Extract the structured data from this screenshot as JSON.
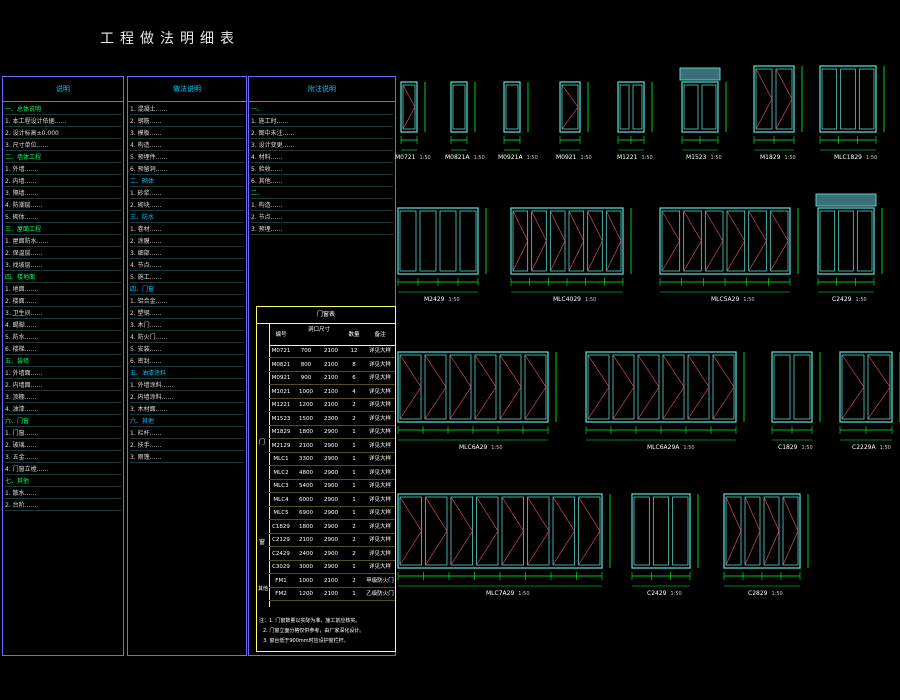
{
  "title": "工程做法明细表",
  "panels": [
    {
      "header": "说明",
      "rows": [
        {
          "t": "一、总体说明",
          "k": "h"
        },
        {
          "t": "1. 本工程设计依据……",
          "k": ""
        },
        {
          "t": "2. 设计标高±0.000",
          "k": ""
        },
        {
          "t": "3. 尺寸单位……",
          "k": ""
        },
        {
          "t": "二、墙体工程",
          "k": "h"
        },
        {
          "t": "1. 外墙……",
          "k": ""
        },
        {
          "t": "2. 内墙……",
          "k": ""
        },
        {
          "t": "3. 隔墙……",
          "k": ""
        },
        {
          "t": "4. 防潮层……",
          "k": ""
        },
        {
          "t": "5. 砌体……",
          "k": ""
        },
        {
          "t": "三、屋面工程",
          "k": "h"
        },
        {
          "t": "1. 屋面防水……",
          "k": ""
        },
        {
          "t": "2. 保温层……",
          "k": ""
        },
        {
          "t": "3. 找坡层……",
          "k": ""
        },
        {
          "t": "四、楼地面",
          "k": "h"
        },
        {
          "t": "1. 地面……",
          "k": ""
        },
        {
          "t": "2. 楼面……",
          "k": ""
        },
        {
          "t": "3. 卫生间……",
          "k": ""
        },
        {
          "t": "4. 踢脚……",
          "k": ""
        },
        {
          "t": "5. 防水……",
          "k": ""
        },
        {
          "t": "6. 楼梯……",
          "k": ""
        },
        {
          "t": "五、装修",
          "k": "h"
        },
        {
          "t": "1. 外墙面……",
          "k": ""
        },
        {
          "t": "2. 内墙面……",
          "k": ""
        },
        {
          "t": "3. 顶棚……",
          "k": ""
        },
        {
          "t": "4. 油漆……",
          "k": ""
        },
        {
          "t": "六、门窗",
          "k": "h"
        },
        {
          "t": "1. 门窗……",
          "k": ""
        },
        {
          "t": "2. 玻璃……",
          "k": ""
        },
        {
          "t": "3. 五金……",
          "k": ""
        },
        {
          "t": "4. 门窗立樘……",
          "k": ""
        },
        {
          "t": "七、其他",
          "k": "h"
        },
        {
          "t": "1. 散水……",
          "k": ""
        },
        {
          "t": "2. 台阶……",
          "k": ""
        }
      ]
    },
    {
      "header": "做法说明",
      "rows": [
        {
          "t": "1. 混凝土……",
          "k": ""
        },
        {
          "t": "2. 钢筋……",
          "k": ""
        },
        {
          "t": "3. 模板……",
          "k": ""
        },
        {
          "t": "4. 构造……",
          "k": ""
        },
        {
          "t": "5. 预埋件……",
          "k": ""
        },
        {
          "t": "6. 预留洞……",
          "k": ""
        },
        {
          "t": "二、砌体",
          "k": "c"
        },
        {
          "t": "1. 砂浆……",
          "k": ""
        },
        {
          "t": "2. 砌块……",
          "k": ""
        },
        {
          "t": "三、防水",
          "k": "c"
        },
        {
          "t": "1. 卷材……",
          "k": ""
        },
        {
          "t": "2. 涂膜……",
          "k": ""
        },
        {
          "t": "3. 细部……",
          "k": ""
        },
        {
          "t": "4. 节点……",
          "k": ""
        },
        {
          "t": "5. 施工……",
          "k": ""
        },
        {
          "t": "四、门窗",
          "k": "c"
        },
        {
          "t": "1. 铝合金……",
          "k": ""
        },
        {
          "t": "2. 塑钢……",
          "k": ""
        },
        {
          "t": "3. 木门……",
          "k": ""
        },
        {
          "t": "4. 防火门……",
          "k": ""
        },
        {
          "t": "5. 安装……",
          "k": ""
        },
        {
          "t": "6. 密封……",
          "k": ""
        },
        {
          "t": "五、油漆涂料",
          "k": "c"
        },
        {
          "t": "1. 外墙涂料……",
          "k": ""
        },
        {
          "t": "2. 内墙涂料……",
          "k": ""
        },
        {
          "t": "3. 木材面……",
          "k": ""
        },
        {
          "t": "六、其他",
          "k": "c"
        },
        {
          "t": "1. 栏杆……",
          "k": ""
        },
        {
          "t": "2. 扶手……",
          "k": ""
        },
        {
          "t": "3. 雨篷……",
          "k": ""
        }
      ]
    },
    {
      "header": "附注说明",
      "rows": [
        {
          "t": "一、",
          "k": "h"
        },
        {
          "t": "1. 施工时……",
          "k": ""
        },
        {
          "t": "2. 图中未注……",
          "k": ""
        },
        {
          "t": "3. 设计变更……",
          "k": ""
        },
        {
          "t": "4. 材料……",
          "k": ""
        },
        {
          "t": "5. 验收……",
          "k": ""
        },
        {
          "t": "6. 其他……",
          "k": ""
        },
        {
          "t": "二、",
          "k": "h"
        },
        {
          "t": "1. 构造……",
          "k": ""
        },
        {
          "t": "2. 节点……",
          "k": ""
        },
        {
          "t": "3. 预埋……",
          "k": ""
        }
      ]
    }
  ],
  "schedule": {
    "header": "门窗表",
    "groups": [
      "门",
      "窗",
      "其他"
    ],
    "columns": [
      "编号",
      "洞口尺寸",
      "数量",
      "备注"
    ],
    "rows": [
      [
        "M0721",
        "700",
        "2100",
        "12",
        "详见大样"
      ],
      [
        "M0821",
        "800",
        "2100",
        "8",
        "详见大样"
      ],
      [
        "M0921",
        "900",
        "2100",
        "6",
        "详见大样"
      ],
      [
        "M1021",
        "1000",
        "2100",
        "4",
        "详见大样"
      ],
      [
        "M1221",
        "1200",
        "2100",
        "2",
        "详见大样"
      ],
      [
        "M1523",
        "1500",
        "2300",
        "2",
        "详见大样"
      ],
      [
        "M1829",
        "1800",
        "2900",
        "1",
        "详见大样"
      ],
      [
        "M2129",
        "2100",
        "2900",
        "1",
        "详见大样"
      ],
      [
        "MLC1",
        "3300",
        "2900",
        "1",
        "详见大样"
      ],
      [
        "MLC2",
        "4800",
        "2900",
        "1",
        "详见大样"
      ],
      [
        "MLC3",
        "5400",
        "2900",
        "1",
        "详见大样"
      ],
      [
        "MLC4",
        "6000",
        "2900",
        "1",
        "详见大样"
      ],
      [
        "MLC5",
        "6900",
        "2900",
        "1",
        "详见大样"
      ],
      [
        "C1829",
        "1800",
        "2900",
        "2",
        "详见大样"
      ],
      [
        "C2129",
        "2100",
        "2900",
        "2",
        "详见大样"
      ],
      [
        "C2429",
        "2400",
        "2900",
        "2",
        "详见大样"
      ],
      [
        "C3029",
        "3000",
        "2900",
        "1",
        "详见大样"
      ],
      [
        "FM1",
        "1000",
        "2100",
        "2",
        "甲级防火门"
      ],
      [
        "FM2",
        "1200",
        "2100",
        "1",
        "乙级防火门"
      ]
    ],
    "notes": [
      "注：1. 门窗数量以实际为准，施工前应核实。",
      "2. 门窗立面分格仅供参考，由厂家深化设计。",
      "3. 窗台低于900mm时应设护窗栏杆。"
    ]
  },
  "elevations": [
    {
      "label": "M0721",
      "scale": "1:50"
    },
    {
      "label": "M0821A",
      "scale": "1:50"
    },
    {
      "label": "M0921A",
      "scale": "1:50"
    },
    {
      "label": "M0921",
      "scale": "1:50"
    },
    {
      "label": "M1221",
      "scale": "1:50"
    },
    {
      "label": "M1523",
      "scale": "1:50"
    },
    {
      "label": "M1829",
      "scale": "1:50"
    },
    {
      "label": "MLC1829",
      "scale": "1:50"
    },
    {
      "label": "M2429",
      "scale": "1:50"
    },
    {
      "label": "MLC4029",
      "scale": "1:50"
    },
    {
      "label": "MLC5A29",
      "scale": "1:50"
    },
    {
      "label": "C2429",
      "scale": "1:50"
    },
    {
      "label": "MLC6A29",
      "scale": "1:50"
    },
    {
      "label": "MLC6A29A",
      "scale": "1:50"
    },
    {
      "label": "C1829",
      "scale": "1:50"
    },
    {
      "label": "C2229A",
      "scale": "1:50"
    },
    {
      "label": "MLC7A29",
      "scale": "1:50"
    },
    {
      "label": "C2429",
      "scale": "1:50"
    },
    {
      "label": "C2829",
      "scale": "1:50"
    }
  ],
  "colors": {
    "frame": "#5ad2c8",
    "sash": "#ff4d6d",
    "dim": "#00ff33",
    "panel": "#6a6aff",
    "schedule": "#ffff66"
  }
}
